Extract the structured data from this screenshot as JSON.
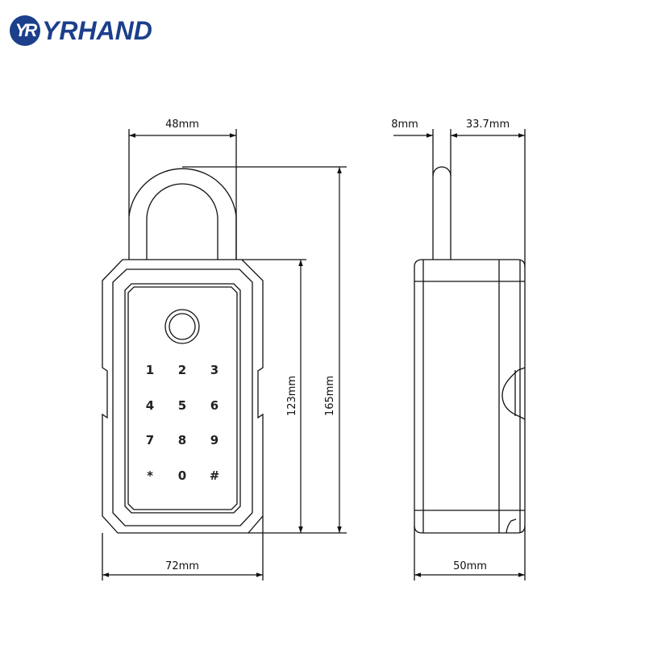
{
  "brand": {
    "mark": "YR",
    "name": "YRHAND",
    "color": "#1c3f8c"
  },
  "front_view": {
    "keypad": {
      "keys": [
        "1",
        "2",
        "3",
        "4",
        "5",
        "6",
        "7",
        "8",
        "9",
        "*",
        "0",
        "#"
      ]
    },
    "fingerprint_sensor": "circle",
    "dimensions": {
      "shackle_width": "48mm",
      "body_width": "72mm",
      "body_height": "123mm",
      "total_height": "165mm"
    }
  },
  "side_view": {
    "dimensions": {
      "shackle_thickness": "8mm",
      "shackle_offset": "33.7mm",
      "body_depth": "50mm"
    }
  }
}
